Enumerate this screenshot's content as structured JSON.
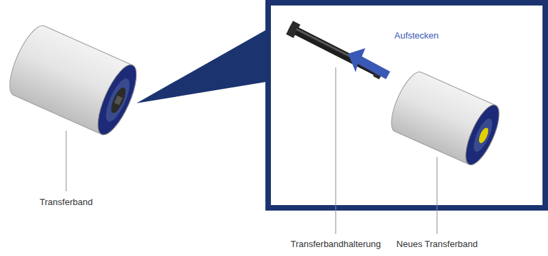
{
  "diagram": {
    "labels": [
      "Aufstecken",
      "Transferband",
      "Transferbandhalterung",
      "Neues Transferband"
    ]
  }
}
